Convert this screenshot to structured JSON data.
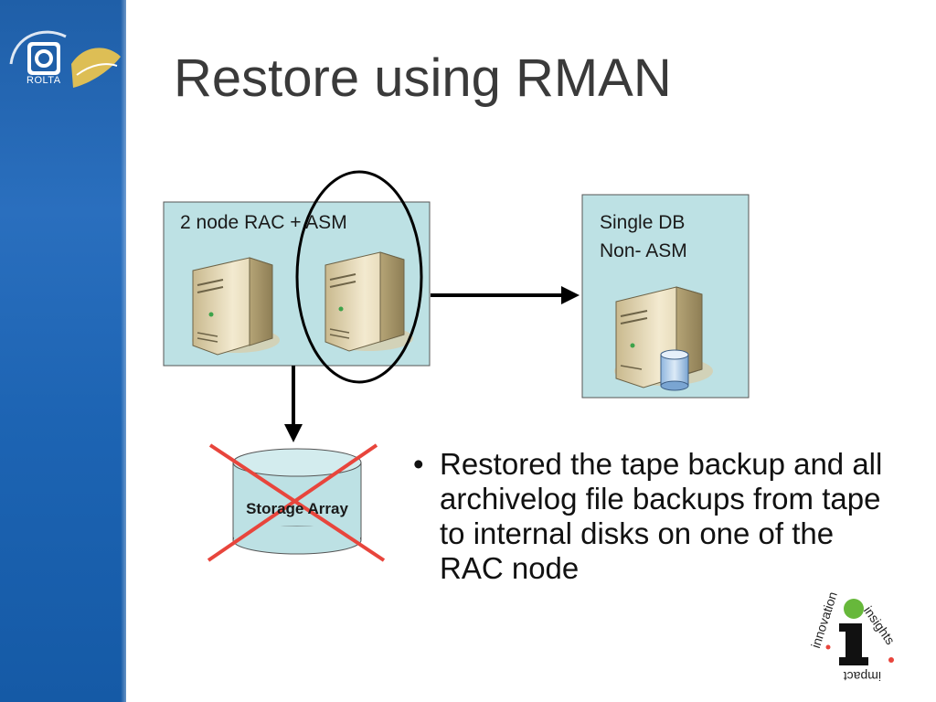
{
  "slide": {
    "title": "Restore using RMAN",
    "colors": {
      "sidebar": "#1f5fa8",
      "box_fill": "#bde1e4",
      "cross": "#e8453c",
      "logo_green": "#67b83b"
    }
  },
  "diagram": {
    "rac_box": {
      "label": "2 node RAC + ASM"
    },
    "single_db_box": {
      "label_line1": "Single DB",
      "label_line2": "Non- ASM"
    },
    "storage": {
      "label": "Storage Array"
    }
  },
  "bullet": {
    "marker": "•",
    "text": "Restored the tape backup and all archivelog file backups from tape to internal disks on one of the RAC node"
  },
  "logo": {
    "brand": "ROLTA",
    "arc_word_top": "innovation",
    "arc_word_right": "insights",
    "arc_word_bottom": "impact"
  }
}
